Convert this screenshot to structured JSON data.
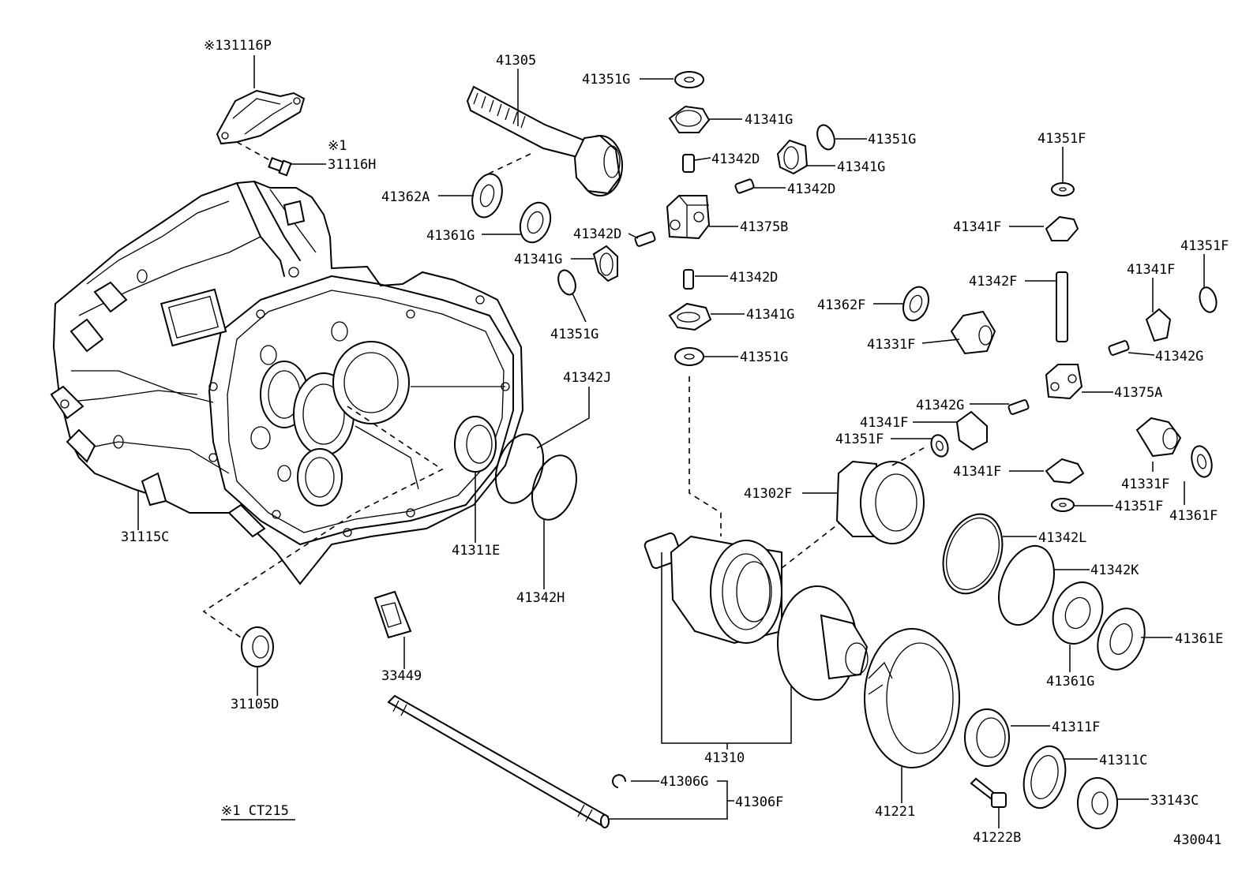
{
  "diagram_id": "430041",
  "note_callout": "※1",
  "note_footer": "※1 CT215",
  "labels": {
    "p131116P": "※131116P",
    "p31116H": "31116H",
    "p41305": "41305",
    "p41351G_a": "41351G",
    "p41341G_a": "41341G",
    "p41351G_b": "41351G",
    "p41342D_a": "41342D",
    "p41341G_b": "41341G",
    "p41342D_b": "41342D",
    "p41362A": "41362A",
    "p41361G_a": "41361G",
    "p41342D_c": "41342D",
    "p41375B": "41375B",
    "p41341G_c": "41341G",
    "p41351G_c": "41351G",
    "p41342D_d": "41342D",
    "p41341G_d": "41341G",
    "p41351G_d": "41351G",
    "p41342J": "41342J",
    "p31115C": "31115C",
    "p41311E": "41311E",
    "p41342H": "41342H",
    "p33449": "33449",
    "p31105D": "31105D",
    "p41310": "41310",
    "p41306G": "41306G",
    "p41306F": "41306F",
    "p41221": "41221",
    "p41222B": "41222B",
    "p41351F_a": "41351F",
    "p41341F_a": "41341F",
    "p41351F_b": "41351F",
    "p41341F_b": "41341F",
    "p41342F": "41342F",
    "p41362F": "41362F",
    "p41331F_a": "41331F",
    "p41342G_a": "41342G",
    "p41375A": "41375A",
    "p41342G_b": "41342G",
    "p41341F_c": "41341F",
    "p41351F_c": "41351F",
    "p41302F": "41302F",
    "p41341F_d": "41341F",
    "p41331F_b": "41331F",
    "p41351F_d": "41351F",
    "p41361F": "41361F",
    "p41342L": "41342L",
    "p41342K": "41342K",
    "p41361E": "41361E",
    "p41361G_b": "41361G",
    "p41311F": "41311F",
    "p41311C": "41311C",
    "p33143C": "33143C"
  }
}
